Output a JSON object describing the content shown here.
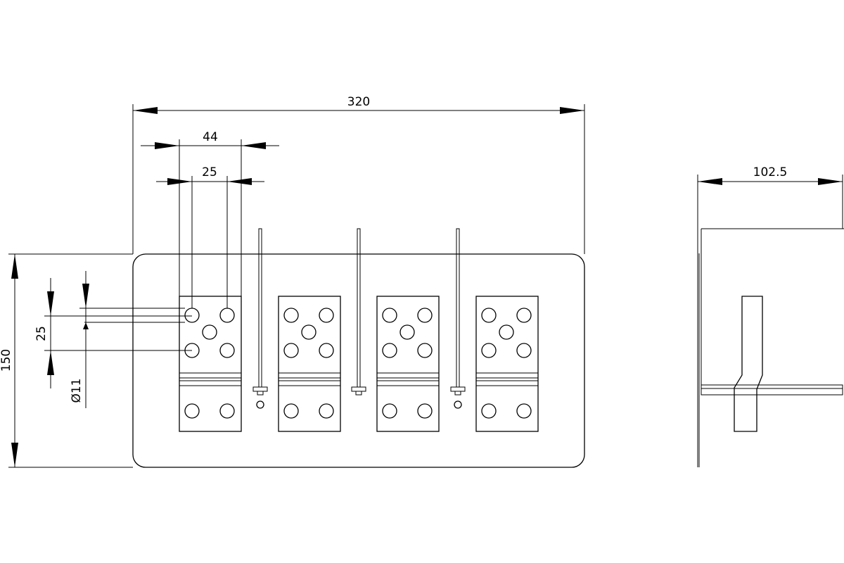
{
  "front_view": {
    "dimensions": {
      "overall_width": "320",
      "terminal_width": "44",
      "hole_pitch_horizontal": "25",
      "hole_pitch_vertical": "25",
      "overall_height": "150",
      "hole_diameter": "Ø11"
    },
    "terminal_count": 4,
    "separator_count": 3
  },
  "side_view": {
    "dimensions": {
      "depth": "102.5"
    }
  }
}
